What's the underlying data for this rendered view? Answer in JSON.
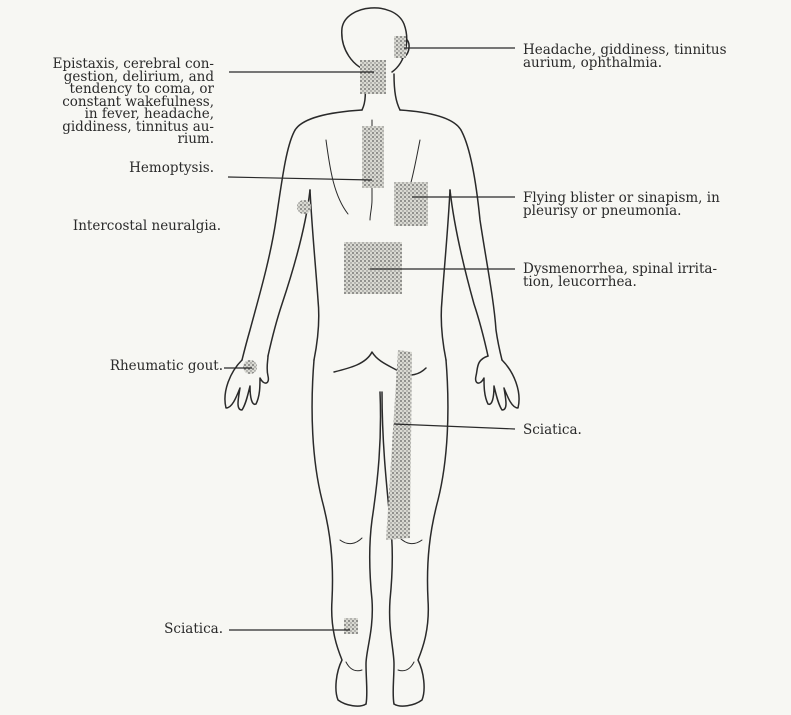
{
  "labels": {
    "headache": "Headache, giddiness, tinnitus\n   aurium, ophthalmia.",
    "epistaxis": "Epistaxis, cerebral con-\n gestion, delirium, and\n tendency to coma, or\n constant wakefulness,\n in fever, headache,\n giddiness, tinnitus au-\n rium.",
    "hemoptysis": "Hemoptysis.",
    "flying_blister": "Flying blister or sinapism, in\n    pleurisy or pneumonia.",
    "intercostal": "Intercostal neuralgia.",
    "dysmenorrhea": "Dysmenorrhea, spinal irrita-\n   tion, leucorrhea.",
    "rheumatic_gout": "Rheumatic gout.",
    "sciatica_thigh": "Sciatica.",
    "sciatica_ankle": "Sciatica."
  },
  "colors": {
    "ink": "#2a2a2a",
    "stipple": "#7a7a7a",
    "paper": "#f7f7f3"
  }
}
